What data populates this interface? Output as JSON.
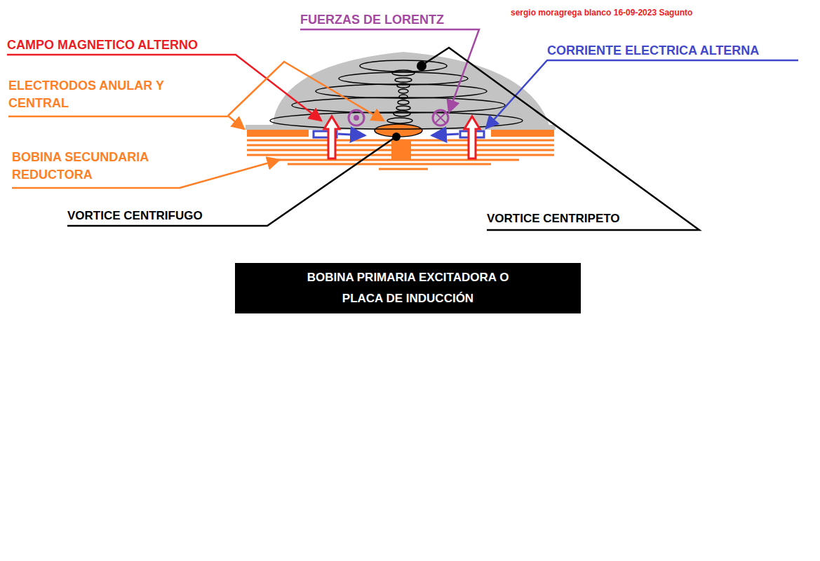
{
  "diagram": {
    "nodes": [
      {
        "text": [
          "BOBINA PRIMARIA EXCITADORA O PLACA DE INDUCCIÓN"
        ]
      }
    ],
    "labels": [
      "sergio moragrega blanco 16-09-2023 Sagunto",
      "FUERZAS DE LORENTZ",
      "CAMPO MAGNETICO ALTERNO",
      "CORRIENTE ELECTRICA ALTERNA",
      "ELECTRODOS ANULAR Y CENTRAL",
      "BOBINA SECUNDARIA REDUCTORA",
      "VORTICE CENTRIFUGO",
      "VORTICE CENTRIPETO"
    ]
  }
}
